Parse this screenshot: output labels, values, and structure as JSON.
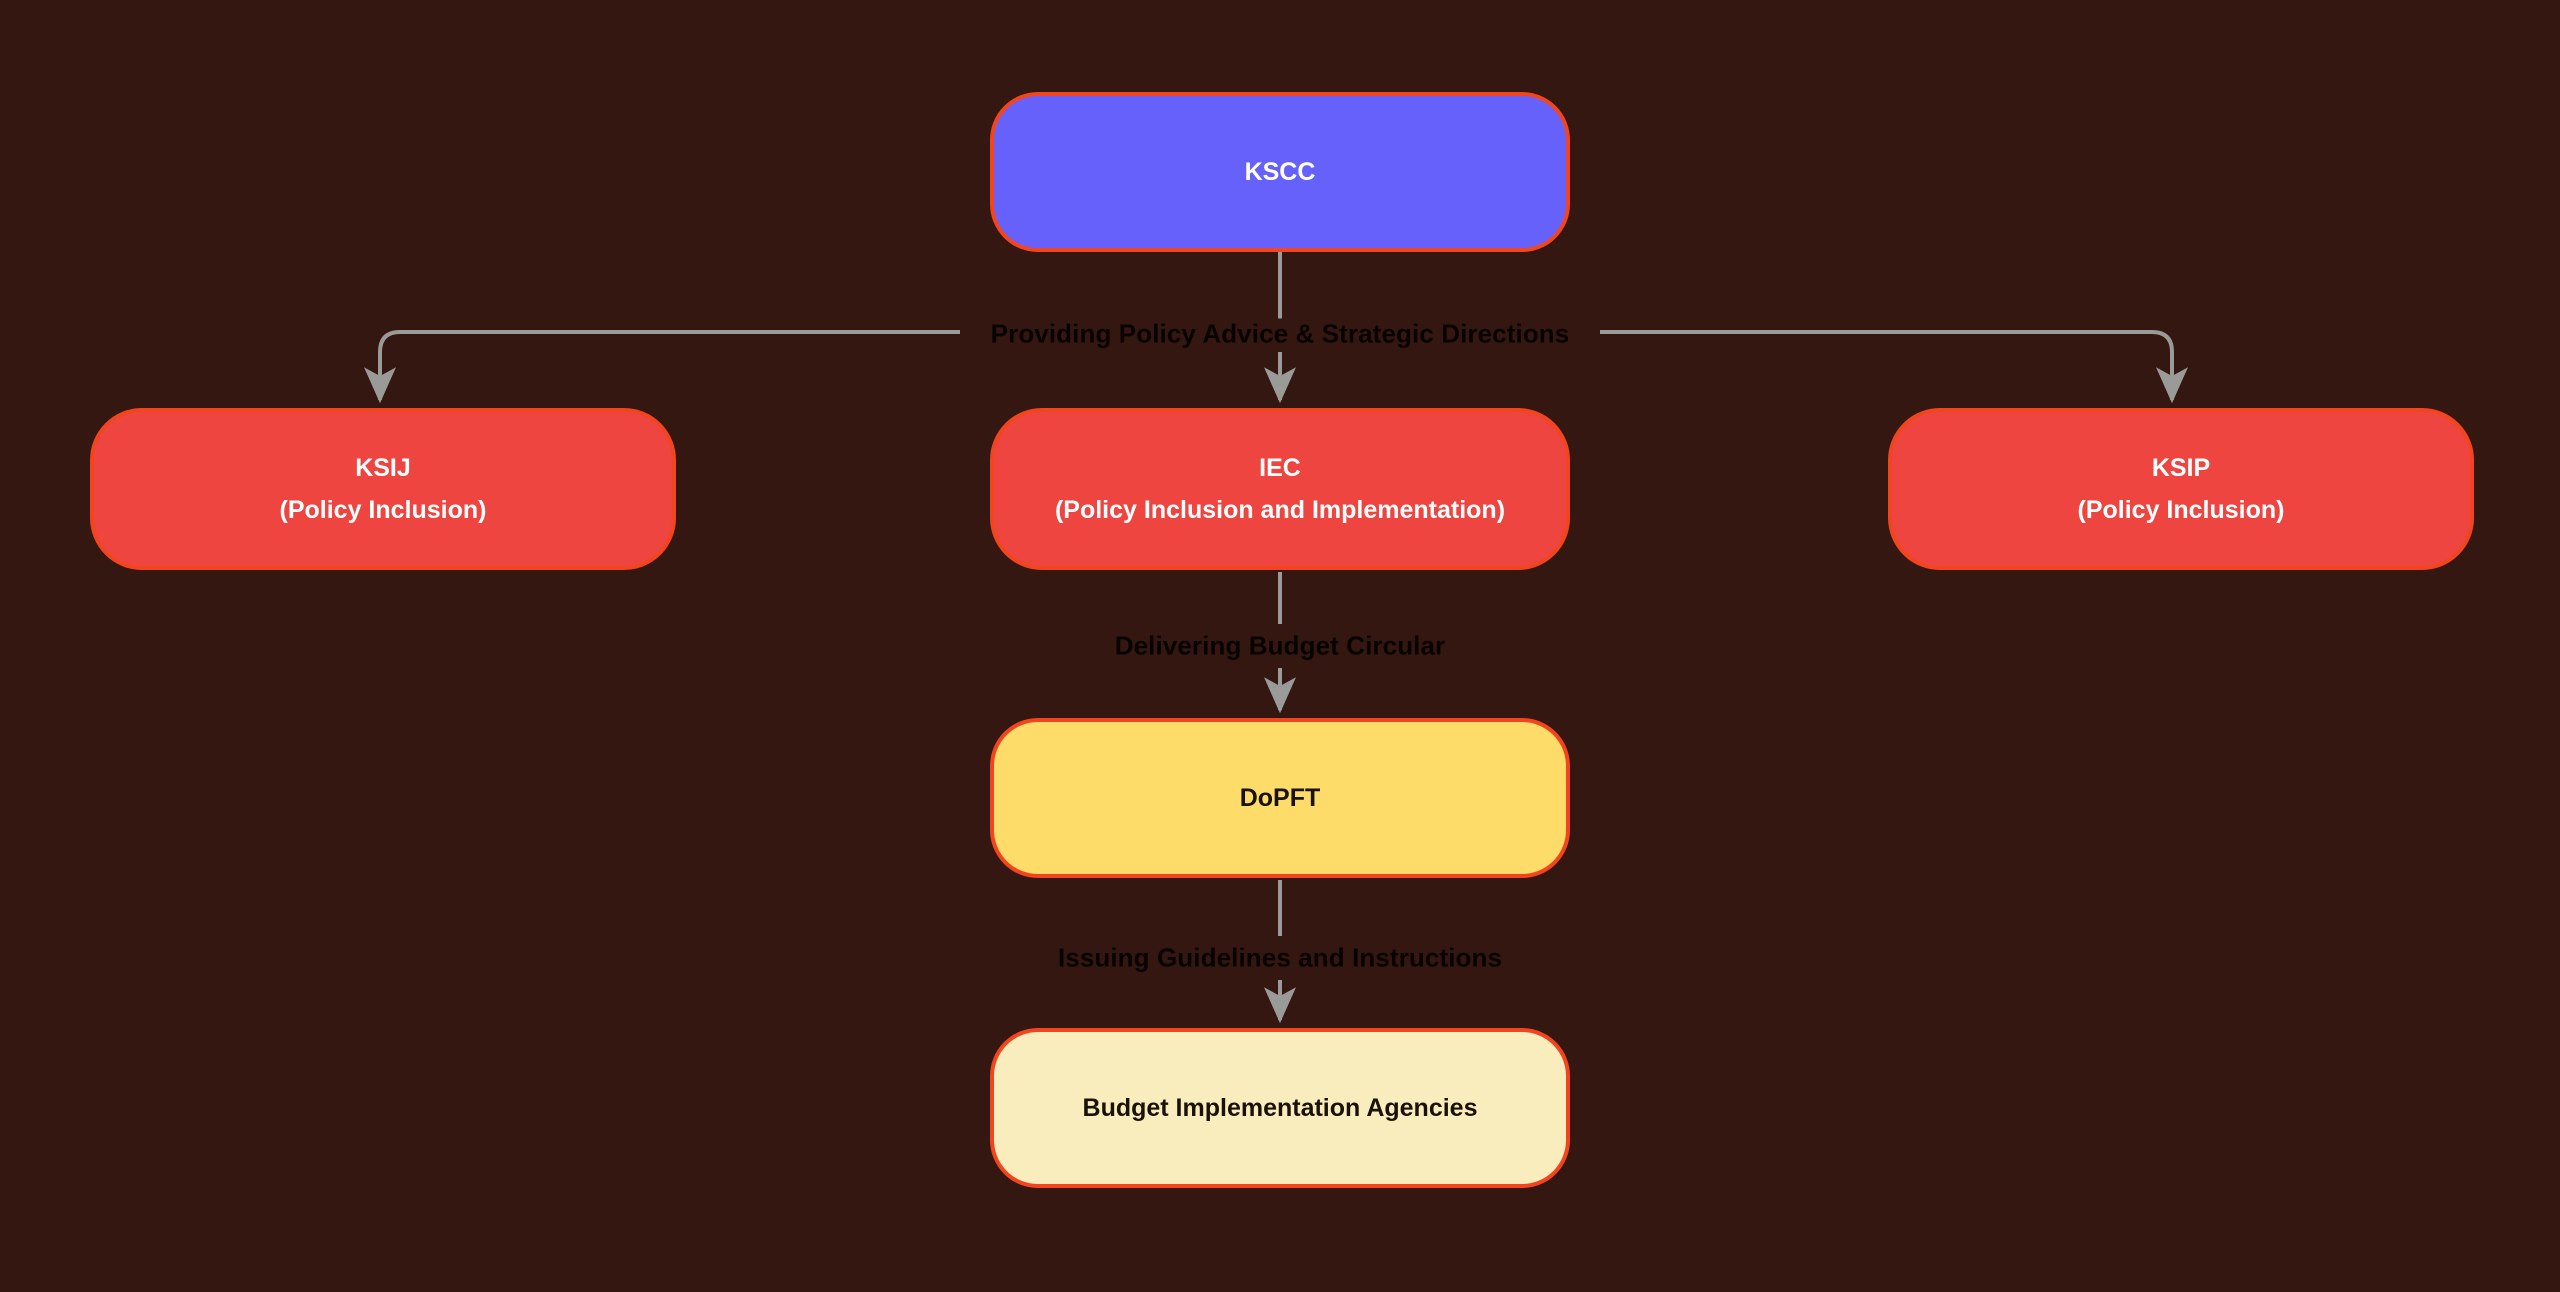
{
  "diagram": {
    "background_color": "#331710",
    "edge_color": "#9A9A98",
    "nodes": [
      {
        "id": "kscc",
        "title": "KSCC",
        "subtitle": "",
        "fill": "#6661FB",
        "border": "#F2451E",
        "text_color": "#FFFFFF"
      },
      {
        "id": "ksij",
        "title": "KSIJ",
        "subtitle": "(Policy Inclusion)",
        "fill": "#EE4540",
        "border": "#F2451E",
        "text_color": "#FFFFFF"
      },
      {
        "id": "iec",
        "title": "IEC",
        "subtitle": "(Policy Inclusion and Implementation)",
        "fill": "#EE4540",
        "border": "#F2451E",
        "text_color": "#FFFFFF"
      },
      {
        "id": "ksip",
        "title": "KSIP",
        "subtitle": "(Policy Inclusion)",
        "fill": "#EE4540",
        "border": "#F2451E",
        "text_color": "#FFFFFF"
      },
      {
        "id": "dopft",
        "title": "DoPFT",
        "subtitle": "",
        "fill": "#FDDC6A",
        "border": "#F2451E",
        "text_color": "#1A1208"
      },
      {
        "id": "agencies",
        "title": "Budget Implementation Agencies",
        "subtitle": "",
        "fill": "#FAEDBD",
        "border": "#F2451E",
        "text_color": "#1A1208"
      }
    ],
    "edges": [
      {
        "id": "kscc-to-ksij",
        "from": "kscc",
        "to": "ksij",
        "label": "Providing Policy Advice & Strategic Directions"
      },
      {
        "id": "kscc-to-iec",
        "from": "kscc",
        "to": "iec",
        "label": "Providing Policy Advice & Strategic Directions"
      },
      {
        "id": "kscc-to-ksip",
        "from": "kscc",
        "to": "ksip",
        "label": "Providing Policy Advice & Strategic Directions"
      },
      {
        "id": "iec-to-dopft",
        "from": "iec",
        "to": "dopft",
        "label": "Delivering Budget Circular"
      },
      {
        "id": "dopft-to-agencies",
        "from": "dopft",
        "to": "agencies",
        "label": "Issuing Guidelines and Instructions"
      }
    ],
    "labels": {
      "policy_advice": "Providing Policy Advice & Strategic Directions",
      "budget_circular": "Delivering Budget Circular",
      "guidelines": "Issuing Guidelines and Instructions"
    }
  }
}
